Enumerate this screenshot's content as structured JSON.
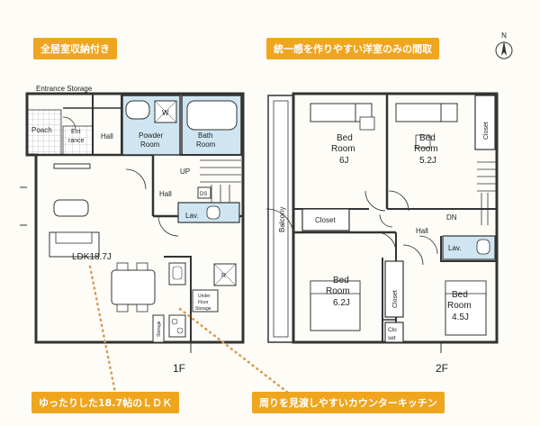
{
  "headings": {
    "left": "全居室収納付き",
    "right": "統一感を作りやすい洋室のみの間取"
  },
  "compass": "N",
  "floor1": {
    "label": "1F",
    "rooms": {
      "entrance_storage": "Entrance Storage",
      "poach": "Poach",
      "entrance_1": "Ent",
      "entrance_2": "rance",
      "hall_top": "Hall",
      "powder_1": "Powder",
      "powder_2": "Room",
      "w": "W",
      "bath_1": "Bath",
      "bath_2": "Room",
      "up": "UP",
      "hall_mid": "Hall",
      "ds": "DS",
      "lav": "Lav.",
      "ldk": "LDK18.7J",
      "r": "R",
      "ufs_1": "Under",
      "ufs_2": "Floor",
      "ufs_3": "Storage",
      "storage": "Storage"
    }
  },
  "floor2": {
    "label": "2F",
    "rooms": {
      "bed1_1": "Bed",
      "bed1_2": "Room",
      "bed1_3": "6J",
      "bed2_1": "Bed",
      "bed2_2": "Room",
      "bed2_3": "5.2J",
      "closet_top": "Closet",
      "balcony": "Balcony",
      "closet_left": "Closet",
      "dn": "DN",
      "hall": "Hall",
      "lav": "Lav.",
      "bed3_1": "Bed",
      "bed3_2": "Room",
      "bed3_3": "6.2J",
      "closet_mid": "Closet",
      "bed4_1": "Bed",
      "bed4_2": "Room",
      "bed4_3": "4.5J",
      "closet_bot_1": "Clo",
      "closet_bot_2": "set"
    }
  },
  "callouts": {
    "ldk": "ゆったりした18.7帖のＬＤＫ",
    "kitchen": "周りを見渡しやすいカウンターキッチン"
  },
  "colors": {
    "accent": "#f0a51f",
    "wet_area": "#cfe6f2",
    "wall": "#333333"
  }
}
